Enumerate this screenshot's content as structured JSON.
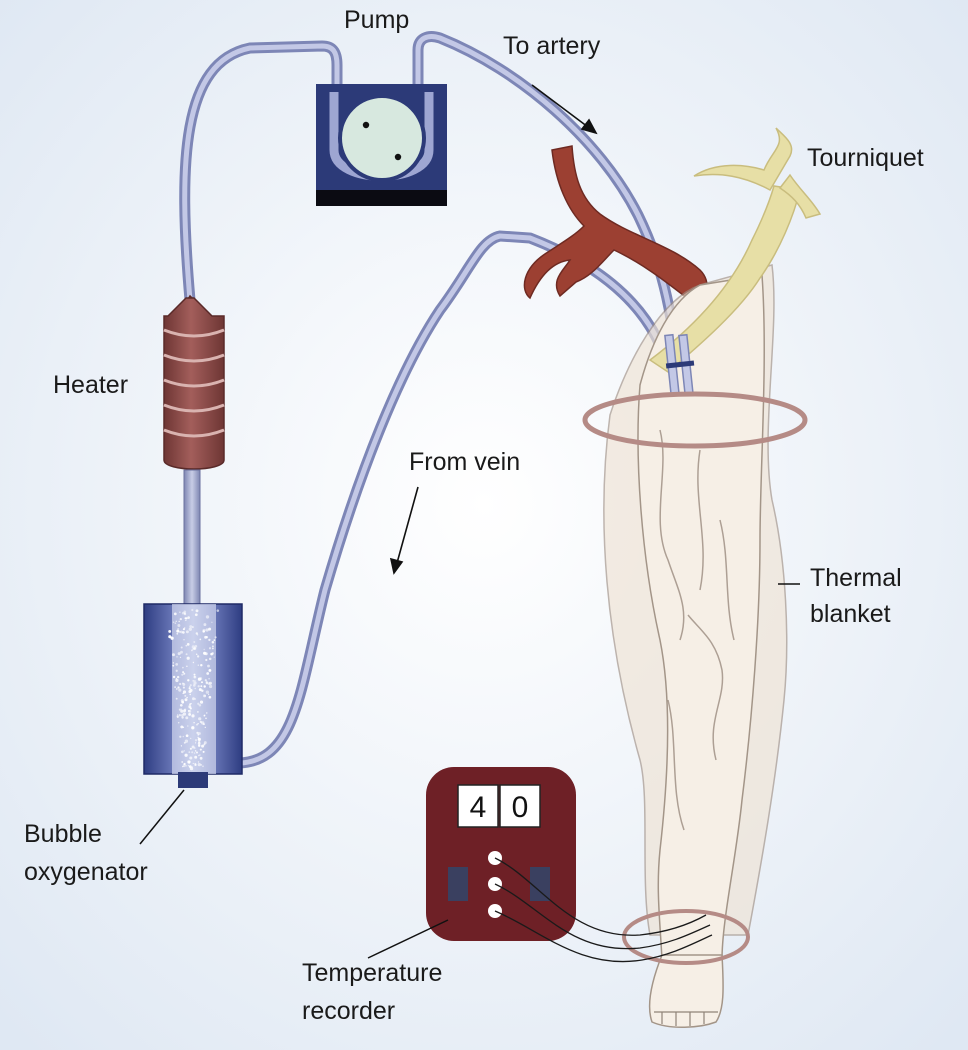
{
  "labels": {
    "pump": "Pump",
    "to_artery": "To artery",
    "tourniquet": "Tourniquet",
    "heater": "Heater",
    "from_vein": "From vein",
    "thermal_blanket_line1": "Thermal",
    "thermal_blanket_line2": "blanket",
    "bubble_oxygenator_line1": "Bubble",
    "bubble_oxygenator_line2": "oxygenator",
    "temperature_recorder_line1": "Temperature",
    "temperature_recorder_line2": "recorder"
  },
  "recorder_display": {
    "digit_1": "4",
    "digit_2": "0"
  },
  "colors": {
    "background": "#e6eef7",
    "tubing": "#9ea6d2",
    "pump_housing": "#2c3a78",
    "heater": "#8c4a48",
    "oxygenator": "#3a4a8e",
    "artery": "#9c4032",
    "tourniquet": "#e7dfa6",
    "leg": "#f2e8dc",
    "blanket_band": "#b58b86",
    "recorder": "#6e2026"
  }
}
